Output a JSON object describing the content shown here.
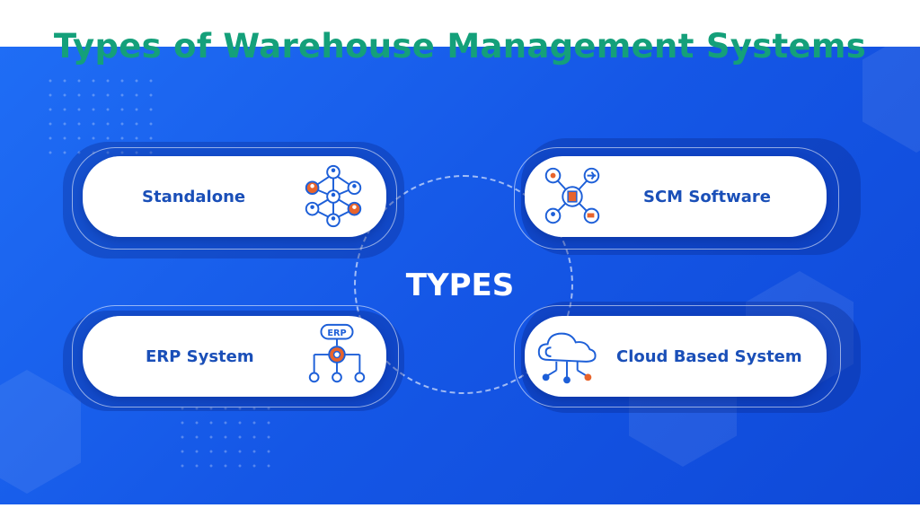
{
  "title": "Types of Warehouse Management Systems",
  "center_label": "TYPES",
  "cards": [
    {
      "label": "Standalone",
      "icon": "network-people-icon"
    },
    {
      "label": "SCM Software",
      "icon": "supply-chain-icon"
    },
    {
      "label": "ERP System",
      "icon": "erp-gear-icon"
    },
    {
      "label": "Cloud Based System",
      "icon": "cloud-network-icon"
    }
  ],
  "erp_badge": "ERP",
  "colors": {
    "title": "#14a07a",
    "panel": "#1a63ee",
    "card_text": "#1a4fb8",
    "icon": "#1d5fd8"
  }
}
